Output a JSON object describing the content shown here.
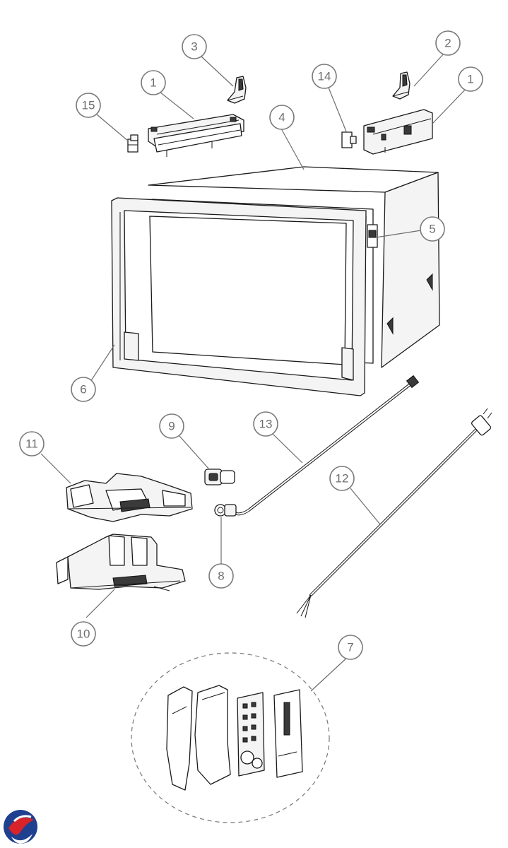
{
  "diagram": {
    "callouts": [
      {
        "id": "1a",
        "label": "1"
      },
      {
        "id": "1b",
        "label": "1"
      },
      {
        "id": "2",
        "label": "2"
      },
      {
        "id": "3",
        "label": "3"
      },
      {
        "id": "4",
        "label": "4"
      },
      {
        "id": "5",
        "label": "5"
      },
      {
        "id": "6",
        "label": "6"
      },
      {
        "id": "7",
        "label": "7"
      },
      {
        "id": "8",
        "label": "8"
      },
      {
        "id": "9",
        "label": "9"
      },
      {
        "id": "10",
        "label": "10"
      },
      {
        "id": "11",
        "label": "11"
      },
      {
        "id": "12",
        "label": "12"
      },
      {
        "id": "13",
        "label": "13"
      },
      {
        "id": "14",
        "label": "14"
      },
      {
        "id": "15",
        "label": "15"
      }
    ],
    "colors": {
      "line": "#1a1a1a",
      "callout": "#7a7a7a",
      "logo_blue": "#1f3f8f",
      "logo_red": "#d8232a"
    },
    "logo": {
      "icon": "brand-logo-icon"
    }
  }
}
